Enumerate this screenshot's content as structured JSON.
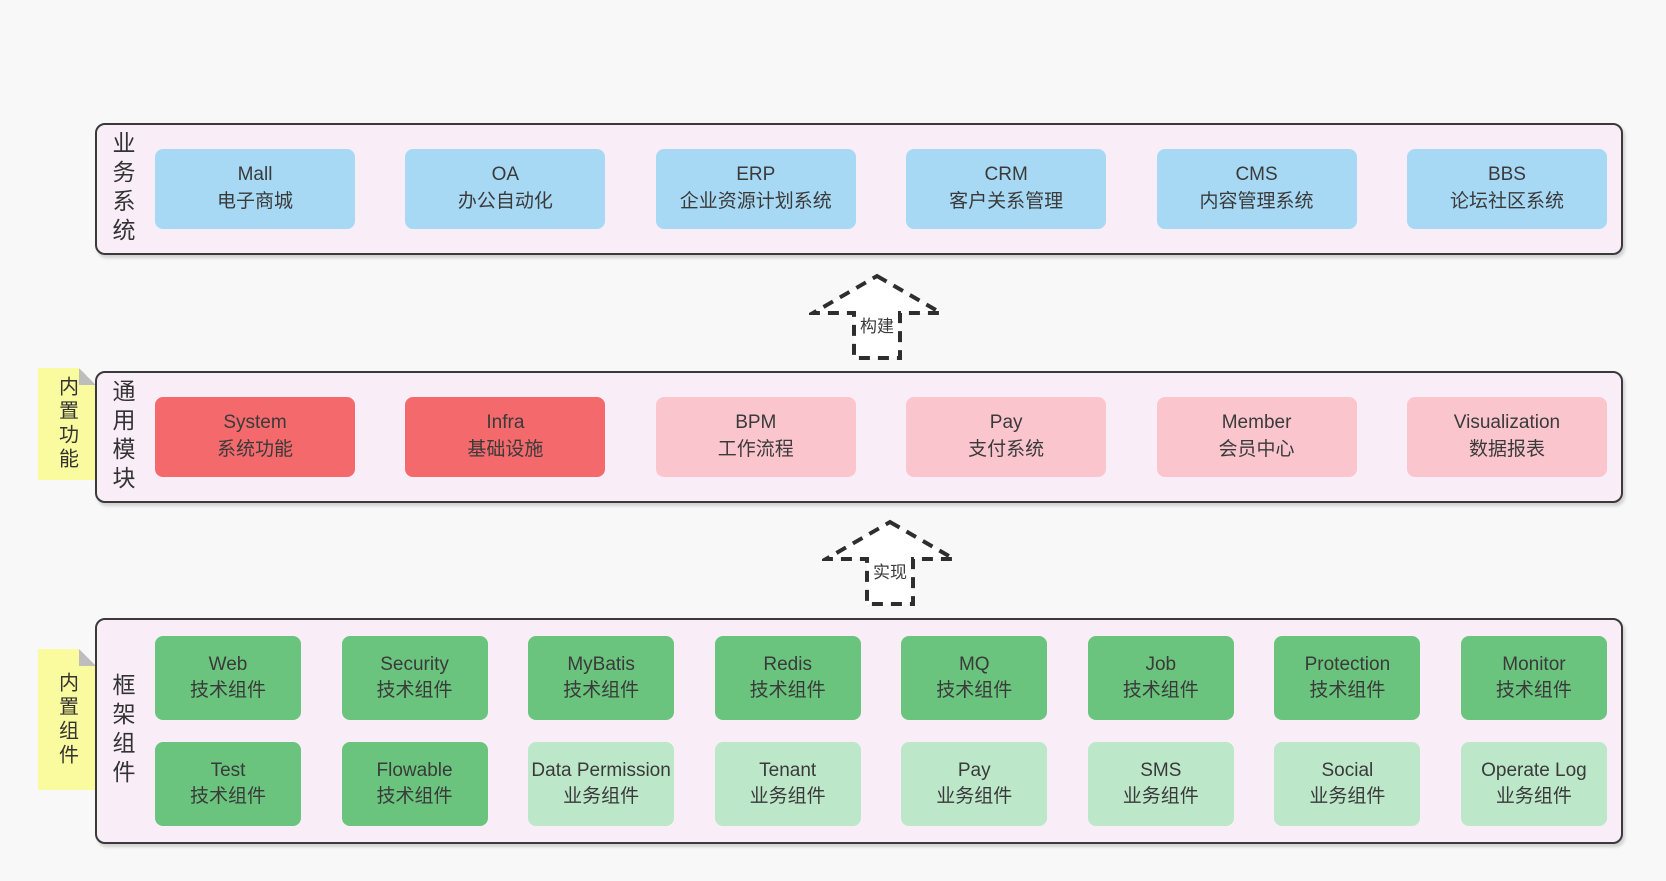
{
  "diagram": {
    "layers": [
      {
        "label": "业务系统",
        "boxes": [
          {
            "title": "Mall",
            "subtitle": "电子商城"
          },
          {
            "title": "OA",
            "subtitle": "办公自动化"
          },
          {
            "title": "ERP",
            "subtitle": "企业资源计划系统"
          },
          {
            "title": "CRM",
            "subtitle": "客户关系管理"
          },
          {
            "title": "CMS",
            "subtitle": "内容管理系统"
          },
          {
            "title": "BBS",
            "subtitle": "论坛社区系统"
          }
        ]
      },
      {
        "label": "通用模块",
        "tab": "内置功能",
        "boxes": [
          {
            "title": "System",
            "subtitle": "系统功能"
          },
          {
            "title": "Infra",
            "subtitle": "基础设施"
          },
          {
            "title": "BPM",
            "subtitle": "工作流程"
          },
          {
            "title": "Pay",
            "subtitle": "支付系统"
          },
          {
            "title": "Member",
            "subtitle": "会员中心"
          },
          {
            "title": "Visualization",
            "subtitle": "数据报表"
          }
        ]
      },
      {
        "label": "框架组件",
        "tab": "内置组件",
        "rows": [
          [
            {
              "title": "Web",
              "subtitle": "技术组件"
            },
            {
              "title": "Security",
              "subtitle": "技术组件"
            },
            {
              "title": "MyBatis",
              "subtitle": "技术组件"
            },
            {
              "title": "Redis",
              "subtitle": "技术组件"
            },
            {
              "title": "MQ",
              "subtitle": "技术组件"
            },
            {
              "title": "Job",
              "subtitle": "技术组件"
            },
            {
              "title": "Protection",
              "subtitle": "技术组件"
            },
            {
              "title": "Monitor",
              "subtitle": "技术组件"
            }
          ],
          [
            {
              "title": "Test",
              "subtitle": "技术组件"
            },
            {
              "title": "Flowable",
              "subtitle": "技术组件"
            },
            {
              "title": "Data Permission",
              "subtitle": "业务组件"
            },
            {
              "title": "Tenant",
              "subtitle": "业务组件"
            },
            {
              "title": "Pay",
              "subtitle": "业务组件"
            },
            {
              "title": "SMS",
              "subtitle": "业务组件"
            },
            {
              "title": "Social",
              "subtitle": "业务组件"
            },
            {
              "title": "Operate Log",
              "subtitle": "业务组件"
            }
          ]
        ]
      }
    ],
    "arrows": [
      {
        "label": "构建"
      },
      {
        "label": "实现"
      }
    ],
    "colors": {
      "page_bg": "#f8f8f8",
      "panel_bg": "#f9eef8",
      "panel_border": "#3a3a3a",
      "business_system_box": "#a7d9f5",
      "core_module_box": "#f4696b",
      "extension_module_box": "#fbc5ce",
      "tech_component_box": "#6ac47d",
      "biz_component_box": "#bde7c9",
      "sticky_tab_bg": "#fafa9e",
      "text": "#3a3a3a"
    }
  }
}
